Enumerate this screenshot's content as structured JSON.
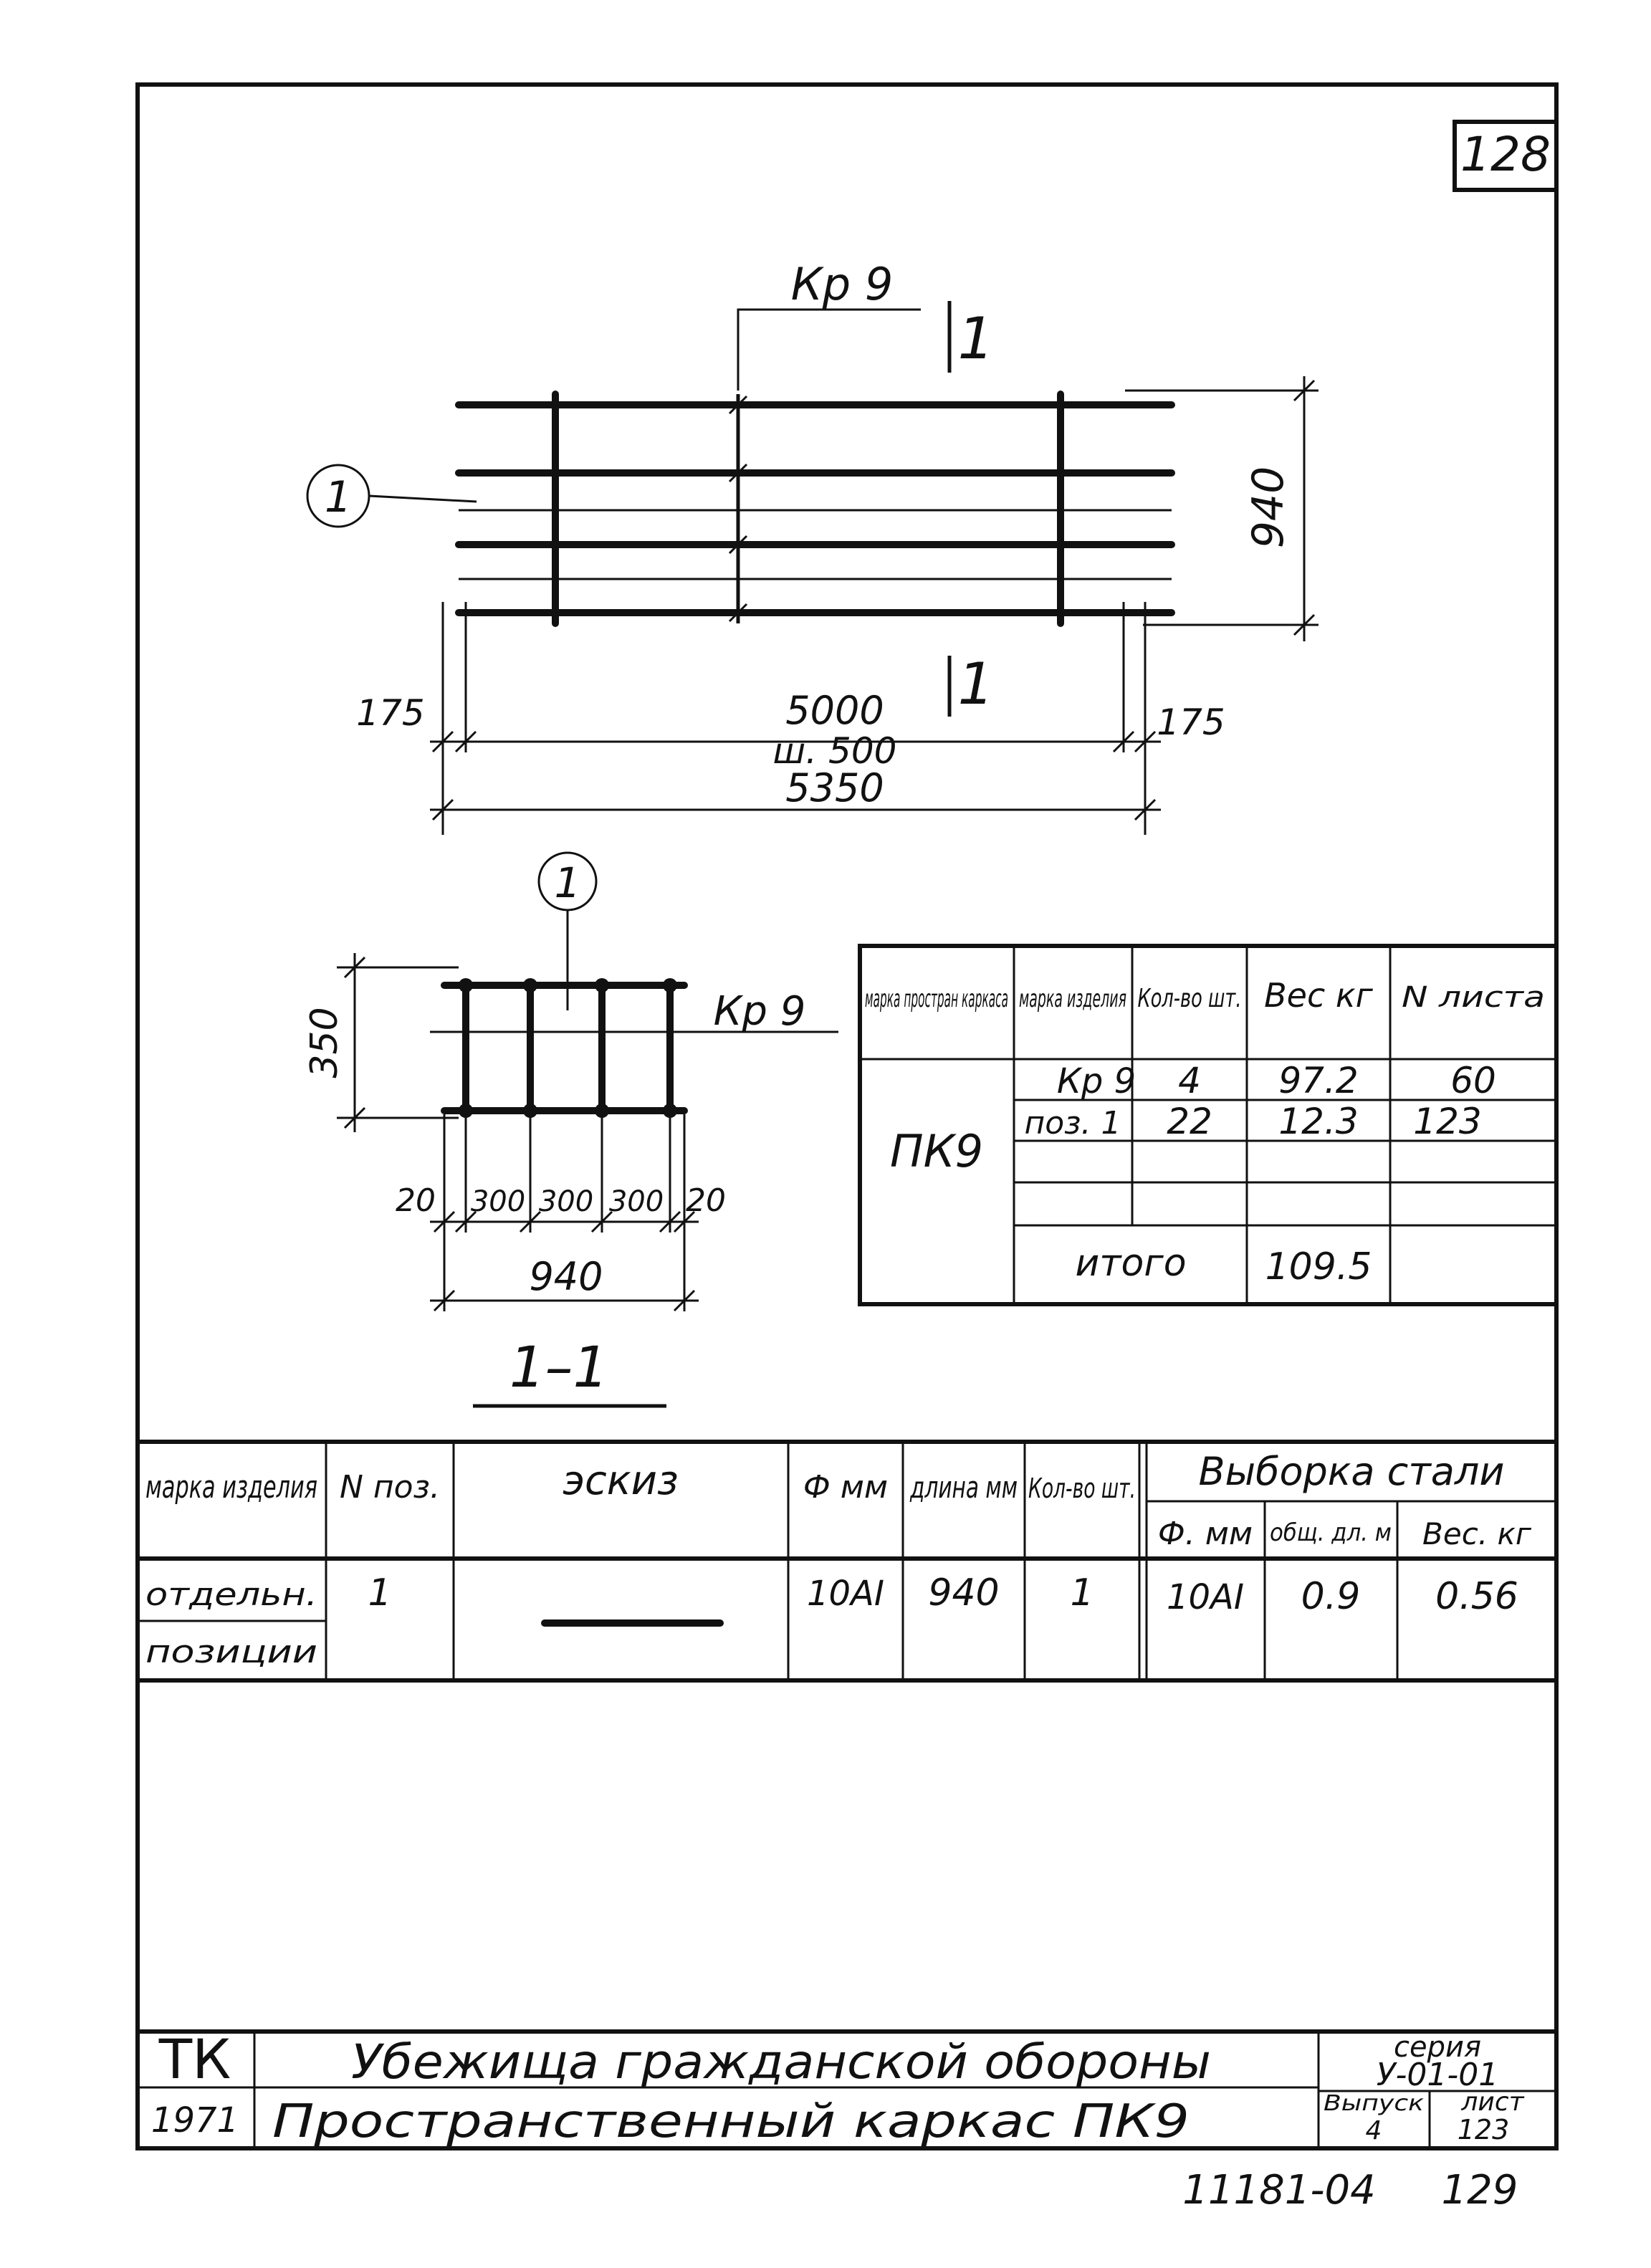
{
  "sheet_number": "128",
  "plan": {
    "frame_mark": "Кр 9",
    "section_mark_top": "1",
    "section_mark_bottom": "1",
    "position_callout": "1",
    "height_dim": "940",
    "left_offset_dim": "175",
    "right_offset_dim": "175",
    "inner_length_dim": "5000",
    "step_note": "ш. 500",
    "total_length_dim": "5350"
  },
  "section": {
    "position_callout": "1",
    "height_dim": "350",
    "frame_mark": "Кр 9",
    "spacing_dims": [
      "20",
      "300",
      "300",
      "300",
      "20"
    ],
    "total_width_dim": "940",
    "title": "1–1"
  },
  "composition_table": {
    "headers": [
      "марка простран каркаса",
      "марка изделия",
      "Кол-во шт.",
      "Вес кг",
      "N листа"
    ],
    "frame_mark": "ПК9",
    "rows": [
      {
        "item": "Кр 9",
        "qty": "4",
        "weight": "97.2",
        "sheet": "60"
      },
      {
        "item": "поз. 1",
        "qty": "22",
        "weight": "12.3",
        "sheet": "123"
      }
    ],
    "total_label": "итого",
    "total_weight": "109.5"
  },
  "steel_table": {
    "headers": {
      "item_mark": "марка изделия",
      "pos_no": "N поз.",
      "sketch": "эскиз",
      "diameter": "Ф мм",
      "length": "длина мм",
      "qty": "Кол-во шт.",
      "selection": "Выборка стали",
      "sel_diameter": "Ф. мм",
      "sel_length": "общ. дл. м",
      "sel_weight": "Вес. кг"
    },
    "row_label_1": "отдельн.",
    "row_label_2": "позиции",
    "row": {
      "pos": "1",
      "diameter": "10АI",
      "length": "940",
      "qty": "1",
      "sel_diameter": "10АI",
      "sel_length": "0.9",
      "sel_weight": "0.56"
    }
  },
  "title_block": {
    "org": "ТК",
    "year": "1971",
    "title": "Убежища гражданской обороны",
    "subtitle": "Пространственный каркас ПК9",
    "series_label": "серия",
    "series": "У-01-01",
    "issue_label": "Выпуск",
    "issue": "4",
    "sheet_label": "лист",
    "sheet": "123"
  },
  "footer": {
    "inventory": "11181-04",
    "page": "129"
  }
}
